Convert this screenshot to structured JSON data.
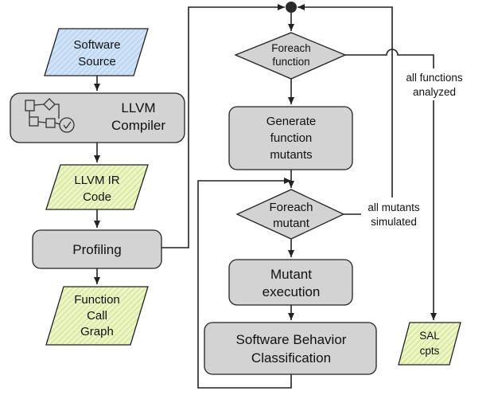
{
  "nodes": {
    "software_source": [
      "Software",
      "Source"
    ],
    "llvm_compiler": [
      "LLVM",
      "Compiler"
    ],
    "llvm_ir_code": [
      "LLVM IR",
      "Code"
    ],
    "profiling": [
      "Profiling"
    ],
    "function_call_graph": [
      "Function",
      "Call",
      "Graph"
    ],
    "foreach_function": [
      "Foreach",
      "function"
    ],
    "generate_function_mutants": [
      "Generate",
      "function",
      "mutants"
    ],
    "foreach_mutant": [
      "Foreach",
      "mutant"
    ],
    "mutant_execution": [
      "Mutant",
      "execution"
    ],
    "software_behavior_classification": [
      "Software Behavior",
      "Classification"
    ],
    "sal_cpts": [
      "SAL",
      "cpts"
    ]
  },
  "edge_labels": {
    "all_functions_analyzed": [
      "all functions",
      "analyzed"
    ],
    "all_mutants_simulated": [
      "all mutants",
      "simulated"
    ]
  },
  "colors": {
    "process_fill": "#d3d3d3",
    "source_fill": "#cfe2f7",
    "source_hatch": "#a9c6e8",
    "data_fill": "#ebf5c6",
    "data_hatch": "#c2dc78",
    "stroke": "#222222"
  }
}
